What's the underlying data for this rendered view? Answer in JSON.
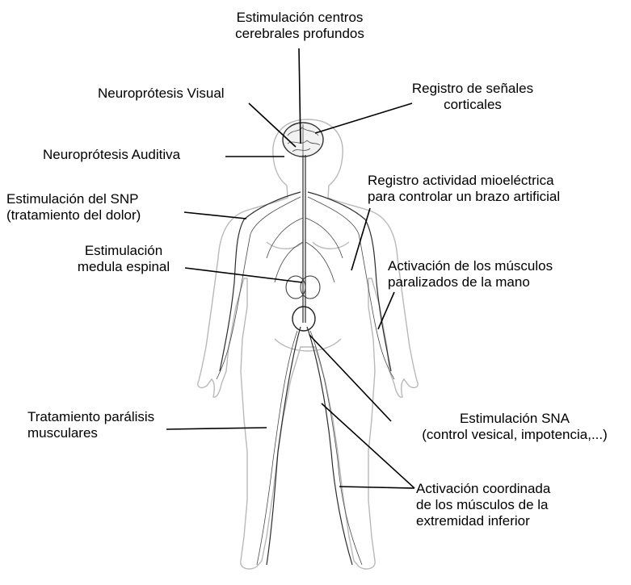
{
  "labels": {
    "deep_brain": {
      "line1": "Estimulación centros",
      "line2": "cerebrales profundos"
    },
    "visual": "Neuroprótesis Visual",
    "cortical": {
      "line1": "Registro de señales",
      "line2": "corticales"
    },
    "auditory": "Neuroprótesis Auditiva",
    "myoelectric": {
      "line1": "Registro actividad mioeléctrica",
      "line2": "para controlar un brazo artificial"
    },
    "snp": {
      "line1": "Estimulación del SNP",
      "line2": "(tratamiento del dolor)"
    },
    "spinal": {
      "line1": "Estimulación",
      "line2": "medula espinal"
    },
    "hand": {
      "line1": "Activación de los músculos",
      "line2": "paralizados de la mano"
    },
    "paralysis": {
      "line1": "Tratamiento parálisis",
      "line2": "musculares"
    },
    "sna": {
      "line1": "Estimulación SNA",
      "line2": "(control vesical, impotencia,...)"
    },
    "lower_limb": {
      "line1": "Activación coordinada",
      "line2": "de los músculos de la",
      "line3": "extremidad inferior"
    }
  },
  "colors": {
    "text": "#000000",
    "body_outline": "#b9b9b9",
    "nerves": "#2b2b2b",
    "background": "#ffffff"
  }
}
